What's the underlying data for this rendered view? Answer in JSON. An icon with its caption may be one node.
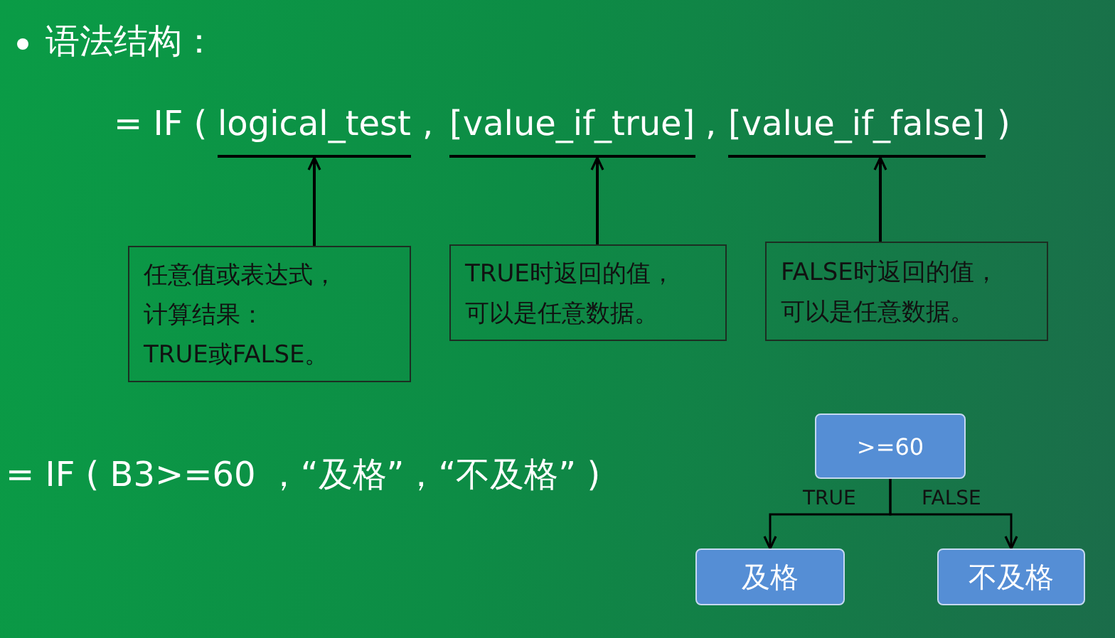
{
  "diagram": {
    "title": "语法结构：",
    "nodes": [
      {
        "text": [
          "logical_test"
        ]
      },
      {
        "text": [
          "[value_if_true]"
        ]
      },
      {
        "text": [
          "[value_if_false]"
        ]
      },
      {
        "text": [
          "任意值或表达式，计算结果：TRUE或FALSE。"
        ]
      },
      {
        "text": [
          "TRUE时返回的值，可以是任意数据。"
        ]
      },
      {
        "text": [
          "FALSE时返回的值，可以是任意数据。"
        ]
      },
      {
        "text": [
          ">=60"
        ]
      },
      {
        "text": [
          "及格"
        ]
      },
      {
        "text": [
          "不及格"
        ]
      }
    ],
    "edges": [
      {
        "from": 3,
        "to": 0,
        "arrow": "to"
      },
      {
        "from": 4,
        "to": 1,
        "arrow": "to"
      },
      {
        "from": 5,
        "to": 2,
        "arrow": "to"
      },
      {
        "from": 6,
        "to": 7,
        "arrow": "to",
        "label": "TRUE"
      },
      {
        "from": 6,
        "to": 8,
        "arrow": "to",
        "label": "FALSE"
      }
    ],
    "labels": [
      "= IF (",
      ",",
      ",",
      ")",
      "= IF ( B3>=60 ，“及格”，“不及格” )"
    ]
  }
}
